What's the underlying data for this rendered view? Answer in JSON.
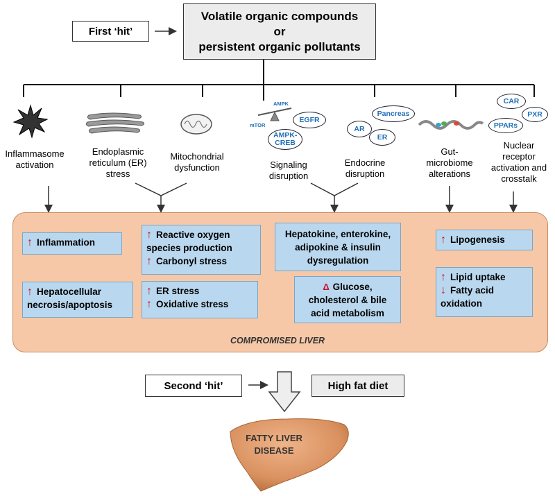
{
  "top": {
    "first_hit": "First ‘hit’",
    "compounds_line1": "Volatile organic compounds",
    "compounds_line2": "or",
    "compounds_line3": "persistent organic pollutants"
  },
  "mechanisms": {
    "inflammasome": "Inflammasome activation",
    "er_stress": "Endoplasmic reticulum (ER) stress",
    "mito": "Mitochondrial dysfunction",
    "signaling": "Signaling disruption",
    "endocrine": "Endocrine disruption",
    "gut": "Gut-microbiome alterations",
    "nuclear": "Nuclear receptor activation and crosstalk"
  },
  "icon_labels": {
    "ampk": "AMPK",
    "mtor": "mTOR",
    "egfr": "EGFR",
    "ampk_creb": "AMPK-CREB",
    "pancreas": "Pancreas",
    "ar": "AR",
    "er": "ER",
    "car": "CAR",
    "pxr": "PXR",
    "ppars": "PPARs"
  },
  "effects": {
    "inflammation": "Inflammation",
    "necrosis": "Hepatocellular necrosis/apoptosis",
    "ros_1": "Reactive oxygen species production",
    "carbonyl": "Carbonyl stress",
    "er_stress": "ER stress",
    "oxidative": "Oxidative stress",
    "hepatokine": "Hepatokine, enterokine, adipokine & insulin dysregulation",
    "glucose": "Glucose, cholesterol & bile acid metabolism",
    "lipogenesis": "Lipogenesis",
    "lipid_uptake": "Lipid uptake",
    "fatty_acid": "Fatty acid oxidation"
  },
  "compromised_liver": "COMPROMISED LIVER",
  "bottom": {
    "second_hit": "Second ‘hit’",
    "high_fat_diet": "High fat diet",
    "disease": "FATTY LIVER DISEASE"
  },
  "colors": {
    "liver_panel": "#f6c8a8",
    "effect_box": "#b9d7ee",
    "arrow_red": "#c8102e",
    "liver_organ": "#d9905f"
  }
}
